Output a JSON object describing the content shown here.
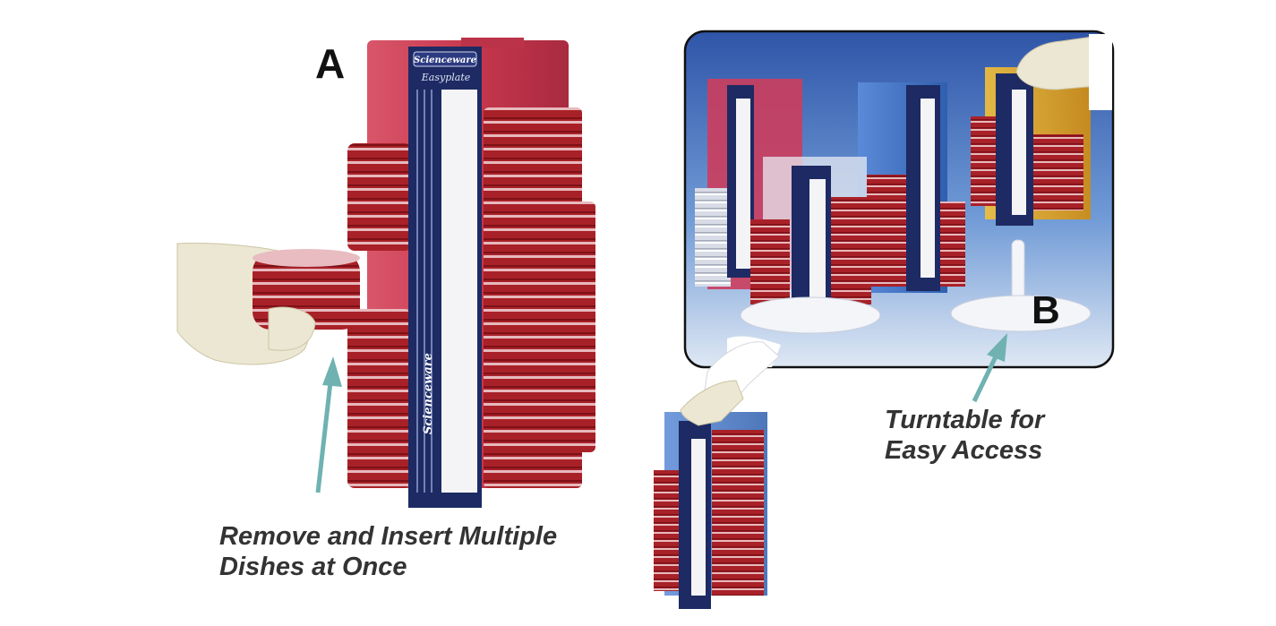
{
  "labels": {
    "a": "A",
    "b": "B"
  },
  "captions": {
    "remove": {
      "line1": "Remove and Insert Multiple",
      "line2": "Dishes at Once"
    },
    "turntable": {
      "line1": "Turntable for",
      "line2": "Easy Access"
    }
  },
  "brand": {
    "name": "Scienceware",
    "product": "Easyplate"
  },
  "colors": {
    "red_rack": "#c8384e",
    "blue_rack": "#3a6fc7",
    "amber_rack": "#e0a21c",
    "arrow": "#6fb2b1",
    "dish": "#b2262c"
  }
}
